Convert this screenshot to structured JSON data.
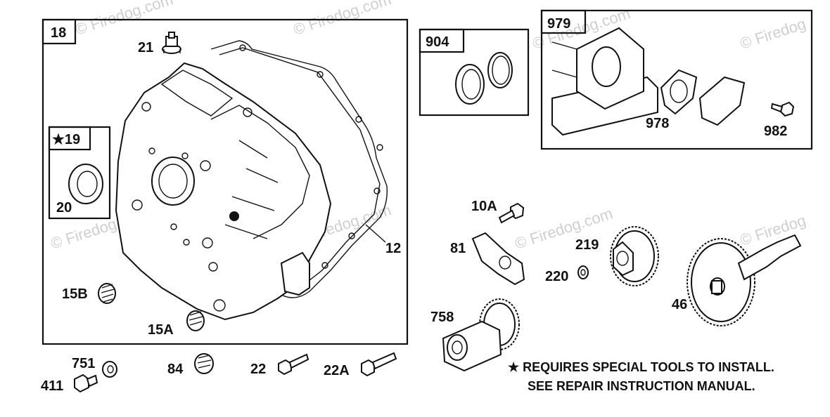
{
  "watermark": "© Firedog.com",
  "watermark_short": "© Firedog",
  "boxes": {
    "main": "18",
    "seal_kit": "★19",
    "ring_kit": "904",
    "gasket_kit": "979"
  },
  "labels": {
    "p21": "21",
    "p20": "20",
    "p12": "12",
    "p15b": "15B",
    "p15a": "15A",
    "p751": "751",
    "p411": "411",
    "p84": "84",
    "p22": "22",
    "p22a": "22A",
    "p978": "978",
    "p982": "982",
    "p10a": "10A",
    "p81": "81",
    "p219": "219",
    "p220": "220",
    "p46": "46",
    "p758": "758"
  },
  "note": {
    "line1": "★ REQUIRES SPECIAL TOOLS TO INSTALL.",
    "line2": "SEE REPAIR INSTRUCTION MANUAL."
  }
}
